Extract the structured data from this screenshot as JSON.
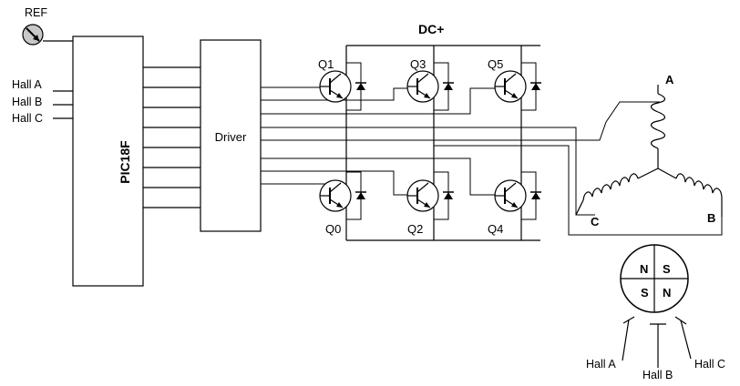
{
  "ref": {
    "label": "REF"
  },
  "controller": {
    "label": "PIC18F",
    "inputs": [
      "Hall A",
      "Hall B",
      "Hall C"
    ]
  },
  "driver": {
    "label": "Driver"
  },
  "bus": {
    "label": "DC+"
  },
  "transistors": [
    "Q1",
    "Q3",
    "Q5",
    "Q0",
    "Q2",
    "Q4"
  ],
  "motor": {
    "phases": [
      "A",
      "B",
      "C"
    ]
  },
  "rotor": {
    "poles": [
      "N",
      "S",
      "S",
      "N"
    ]
  },
  "hall_sensors": [
    "Hall A",
    "Hall B",
    "Hall C"
  ]
}
